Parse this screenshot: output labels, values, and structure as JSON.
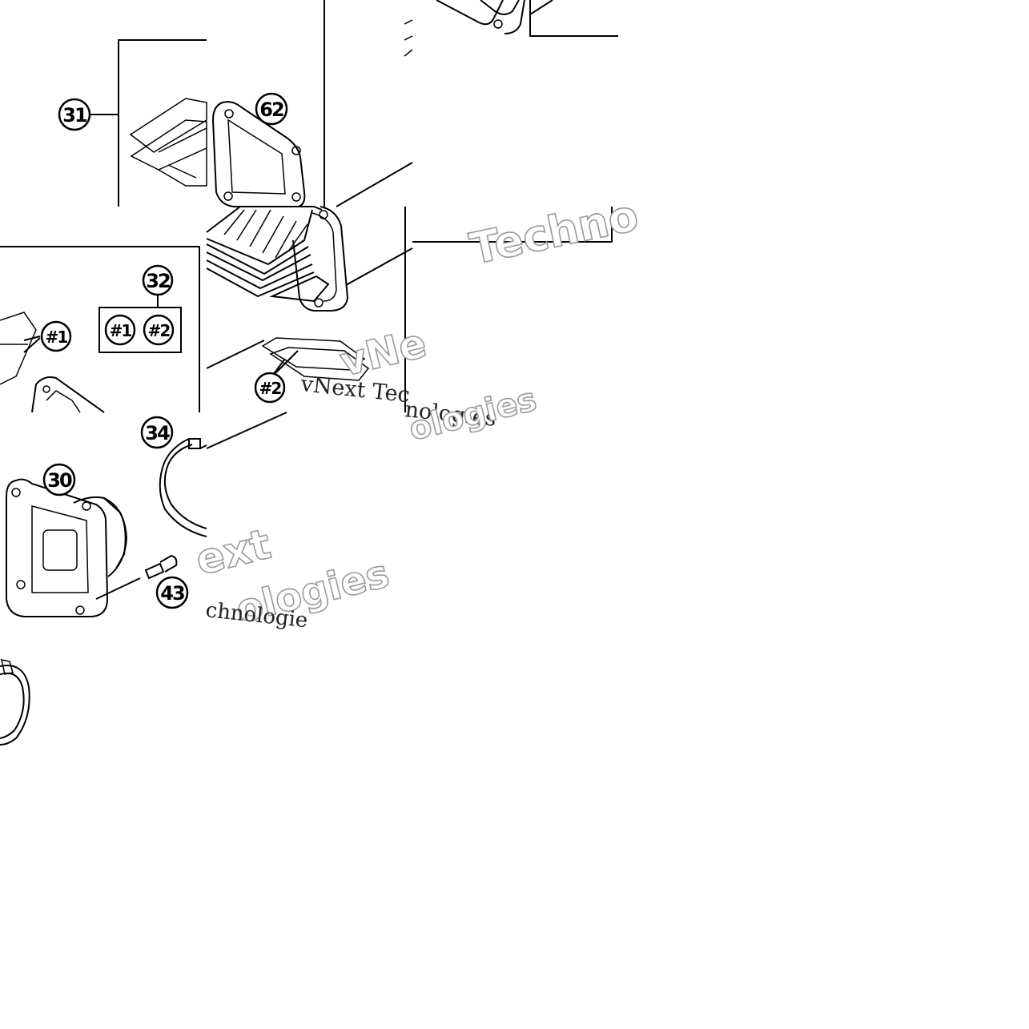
{
  "callouts": {
    "c31": "31",
    "c62": "62",
    "c32": "32",
    "c1a": "#1",
    "c1b": "#1",
    "c2a": "#2",
    "c2b": "#2",
    "c34": "34",
    "c30": "30",
    "c43": "43"
  },
  "watermarks": {
    "w1": "Techno",
    "w2": "vNe",
    "w3": "vNext Tec",
    "w4": "nologies",
    "w5": "ologies",
    "w6": "ext",
    "w7": "ologies",
    "w8": "chnologie"
  },
  "colors": {
    "line": "#000000",
    "watermark_outline": "#9a9a9a",
    "background": "#ffffff"
  }
}
